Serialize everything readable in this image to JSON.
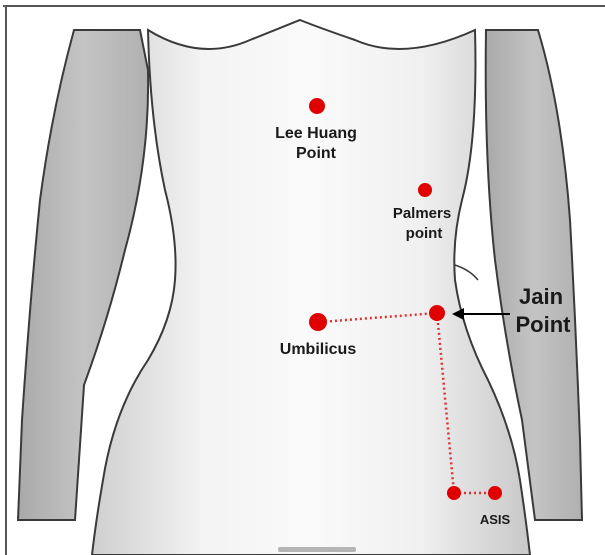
{
  "points": {
    "lee_huang_line1": "Lee Huang",
    "lee_huang_line2": "Point",
    "palmers_line1": "Palmers",
    "palmers_line2": "point",
    "umbilicus": "Umbilicus",
    "jain_line1": "Jain",
    "jain_line2": "Point",
    "asis": "ASIS"
  },
  "colors": {
    "point_red": "#e00000",
    "dotted_line": "#e03030",
    "outline": "#3a3a3a",
    "arrow": "#000000"
  }
}
